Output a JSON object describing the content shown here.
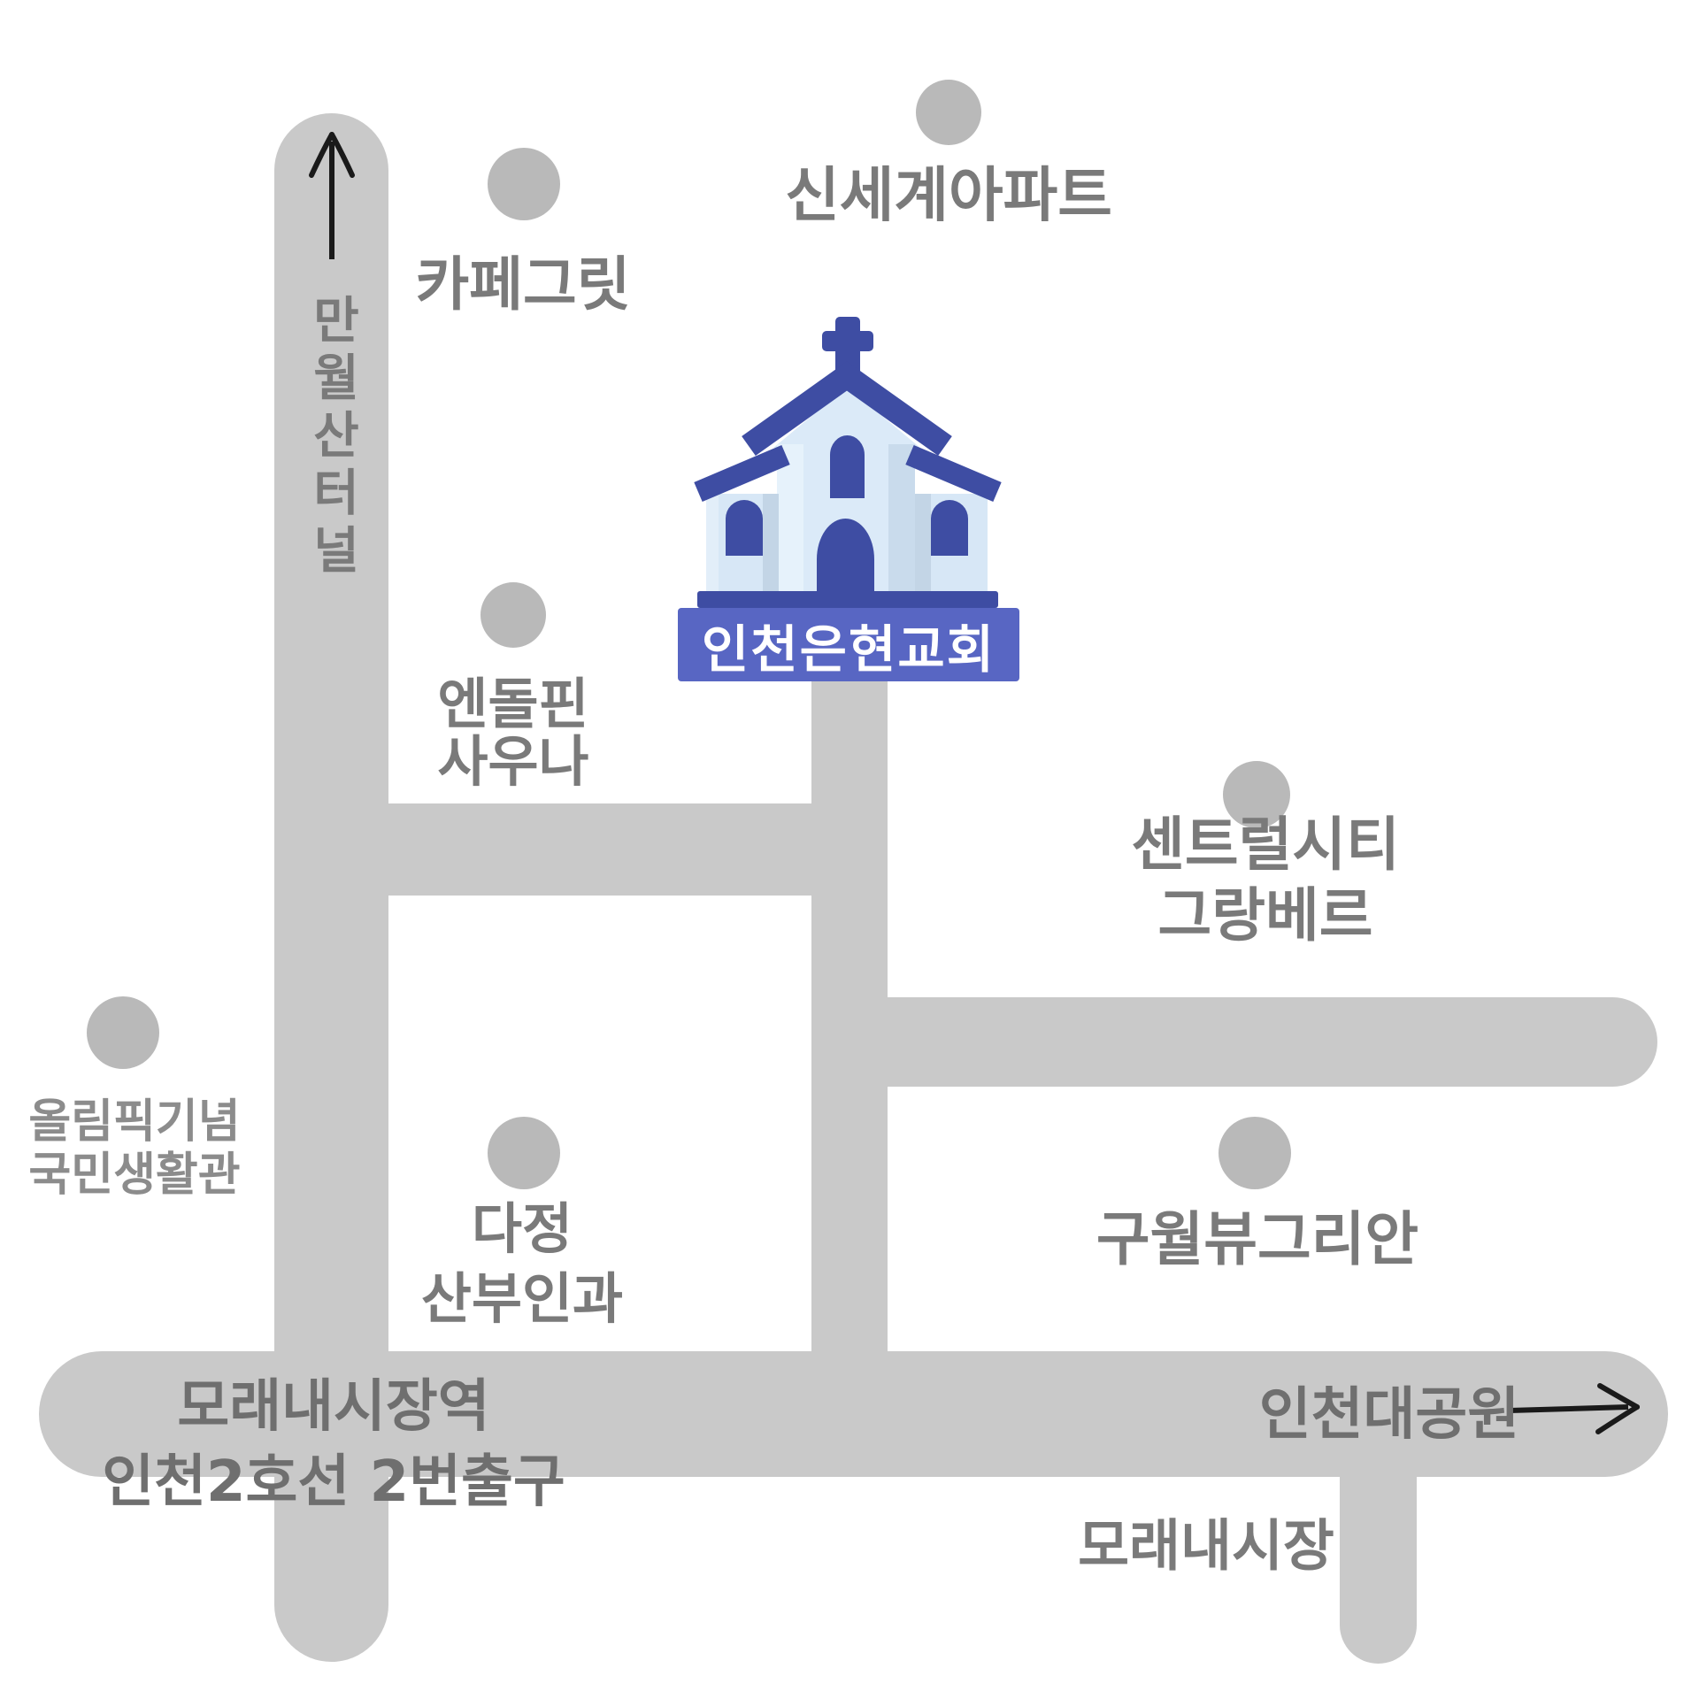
{
  "map": {
    "church": {
      "banner_label": "인천은현교회",
      "icon": "church-icon"
    },
    "roads": {
      "tunnel_label": "만월산터널",
      "station_label_line1": "모래내시장역",
      "station_label_line2": "인천2호선 2번출구",
      "park_label": "인천대공원",
      "market_label": "모래내시장"
    },
    "places": {
      "cafe": {
        "name": "카페그릿"
      },
      "shinsegae": {
        "name": "신세계아파트"
      },
      "endorphin": {
        "line1": "엔돌핀",
        "line2": "사우나"
      },
      "central_city": {
        "line1": "센트럴시티",
        "line2": "그랑베르"
      },
      "olympic": {
        "line1": "올림픽기념",
        "line2": "국민생활관"
      },
      "dajeong": {
        "line1": "다정",
        "line2": "산부인과"
      },
      "guwol": {
        "name": "구월뷰그리안"
      }
    },
    "icons": {
      "up_arrow": "up-arrow-icon",
      "right_arrow": "right-arrow-icon"
    },
    "colors": {
      "road": "#c9c9c9",
      "dot": "#b9b9b9",
      "label": "#7a7a7a",
      "church_blue": "#3e4da3",
      "church_facade": "#dbeaf8",
      "banner_blue": "#5866c3",
      "banner_text": "#ffffff",
      "arrow": "#1a1a1a"
    }
  }
}
